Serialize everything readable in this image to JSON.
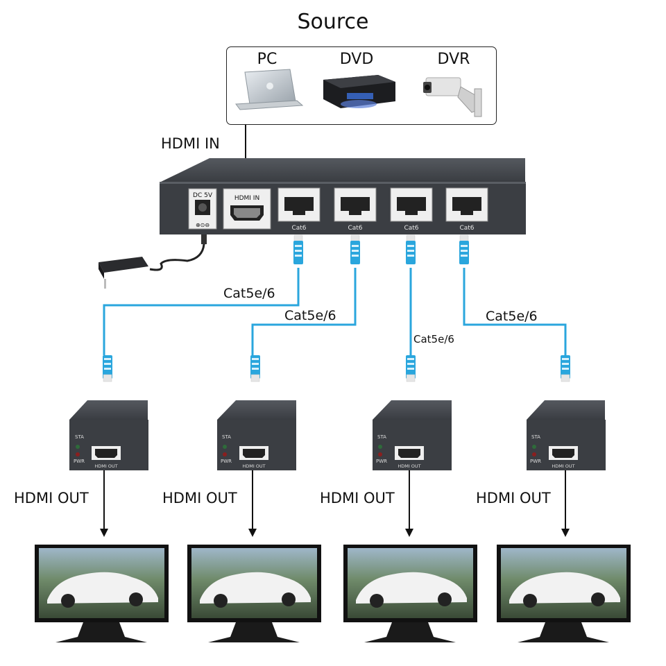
{
  "title": "Source",
  "sources": [
    {
      "label": "PC",
      "icon": "laptop-icon"
    },
    {
      "label": "DVD",
      "icon": "dvd-player-icon"
    },
    {
      "label": "DVR",
      "icon": "security-camera-icon"
    }
  ],
  "hdmi_in_label": "HDMI IN",
  "splitter": {
    "power_port_label": "DC 5V",
    "hdmi_port_label": "HDMI IN",
    "rj45_ports": [
      "Cat6",
      "Cat6",
      "Cat6",
      "Cat6"
    ]
  },
  "cable_labels": [
    "Cat5e/6",
    "Cat5e/6",
    "Cat5e/6",
    "Cat5e/6"
  ],
  "receivers": [
    {
      "sta": "STA",
      "pwr": "PWR",
      "port": "HDMI OUT",
      "output_label": "HDMI OUT"
    },
    {
      "sta": "STA",
      "pwr": "PWR",
      "port": "HDMI OUT",
      "output_label": "HDMI OUT"
    },
    {
      "sta": "STA",
      "pwr": "PWR",
      "port": "HDMI OUT",
      "output_label": "HDMI OUT"
    },
    {
      "sta": "STA",
      "pwr": "PWR",
      "port": "HDMI OUT",
      "output_label": "HDMI OUT"
    }
  ],
  "colors": {
    "cable": "#2aa6dd",
    "device": "#3b3e43",
    "device_dark": "#26282b"
  }
}
